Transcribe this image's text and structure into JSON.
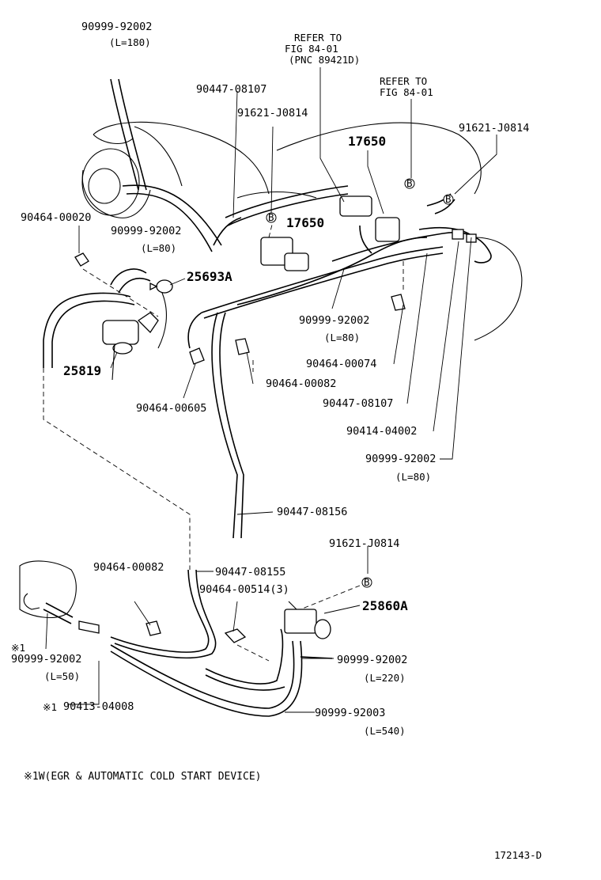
{
  "labels": {
    "pn_90999_92002_a": "90999-92002",
    "len_a": "(L=180)",
    "refer1_l1": "REFER TO",
    "refer1_l2": "FIG 84-01",
    "refer1_l3": "(PNC 89421D)",
    "pn_90447_08107_a": "90447-08107",
    "refer2_l1": "REFER TO",
    "refer2_l2": "FIG 84-01",
    "pn_91621_j0814_a": "91621-J0814",
    "pn_91621_j0814_b": "91621-J0814",
    "pn_17650_a": "17650",
    "pn_17650_b": "17650",
    "pn_90464_00020": "90464-00020",
    "pn_90999_92002_b": "90999-92002",
    "len_b": "(L=80)",
    "pn_25693a": "25693A",
    "pn_25819": "25819",
    "pn_90999_92002_c": "90999-92002",
    "len_c": "(L=80)",
    "pn_90464_00074": "90464-00074",
    "pn_90464_00082_a": "90464-00082",
    "pn_90447_08107_b": "90447-08107",
    "pn_90464_00605": "90464-00605",
    "pn_90414_04002": "90414-04002",
    "pn_90999_92002_d": "90999-92002",
    "len_d": "(L=80)",
    "pn_90447_08156": "90447-08156",
    "pn_91621_j0814_c": "91621-J0814",
    "pn_90464_00082_b": "90464-00082",
    "pn_90447_08155": "90447-08155",
    "pn_90464_00514": "90464-00514(3)",
    "pn_25860a": "25860A",
    "mark_1a": "※1",
    "pn_90999_92002_e": "90999-92002",
    "len_e": "(L=50)",
    "pn_90999_92002_f": "90999-92002",
    "len_f": "(L=220)",
    "mark_1b": "※1",
    "pn_90413_04008": "90413-04008",
    "pn_90999_92003": "90999-92003",
    "len_g": "(L=540)",
    "footnote": "※1W(EGR & AUTOMATIC COLD START DEVICE)",
    "figure_code": "172143-D",
    "ref_marker": "B"
  }
}
